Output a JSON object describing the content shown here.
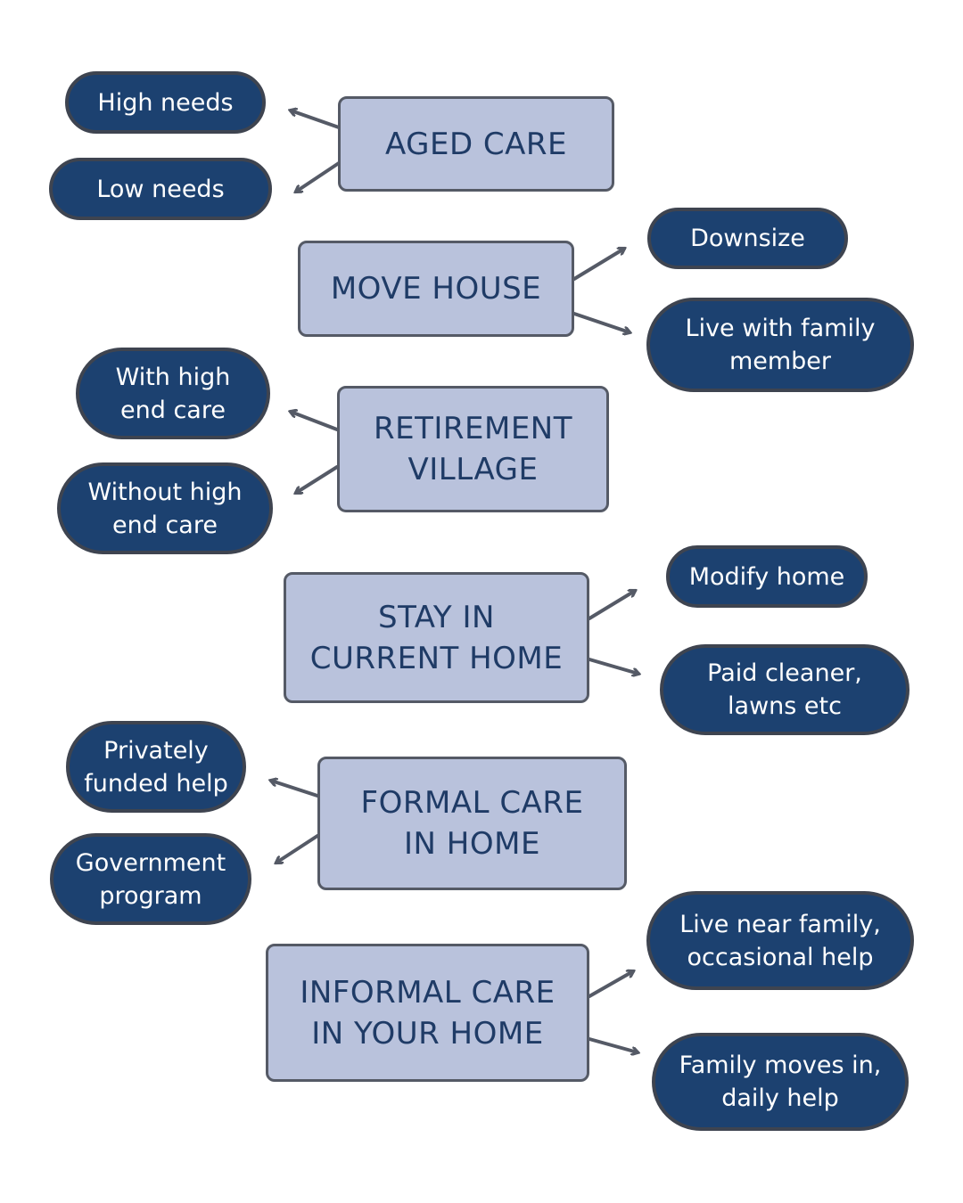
{
  "nodes": {
    "aged_care": {
      "label": "AGED CARE",
      "options": [
        "High needs",
        "Low needs"
      ]
    },
    "move_house": {
      "label": "MOVE HOUSE",
      "options": [
        "Downsize",
        "Live with family\nmember"
      ]
    },
    "retirement_village": {
      "label": "RETIREMENT\nVILLAGE",
      "options": [
        "With high\nend care",
        "Without high\nend care"
      ]
    },
    "stay_in_current_home": {
      "label": "STAY IN\nCURRENT HOME",
      "options": [
        "Modify home",
        "Paid cleaner,\nlawns etc"
      ]
    },
    "formal_care_in_home": {
      "label": "FORMAL CARE\nIN HOME",
      "options": [
        "Privately\nfunded help",
        "Government\nprogram"
      ]
    },
    "informal_care_in_your_home": {
      "label": "INFORMAL CARE\nIN YOUR HOME",
      "options": [
        "Live near family,\noccasional help",
        "Family moves in,\ndaily help"
      ]
    }
  },
  "colors": {
    "main_box_fill": "#b9c2dc",
    "main_box_text": "#1f3b66",
    "pill_fill": "#1c4170",
    "pill_text": "#ffffff",
    "arrow": "#555a66"
  }
}
